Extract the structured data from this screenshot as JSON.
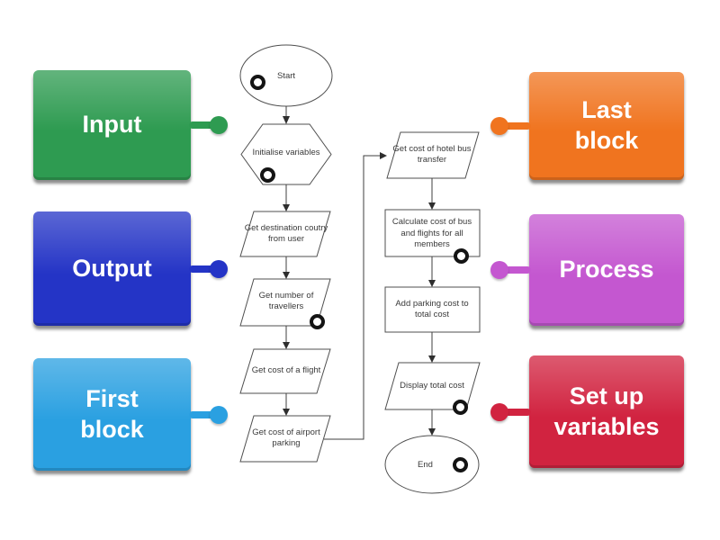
{
  "canvas": {
    "background": "#ffffff",
    "line_color": "#484848",
    "target_dot_color": "#141414"
  },
  "cards": [
    {
      "id": "input",
      "label": "Input",
      "color": "#2e9b51",
      "side": "left"
    },
    {
      "id": "output",
      "label": "Output",
      "color": "#2434c6",
      "side": "left"
    },
    {
      "id": "first-block",
      "label": "First block",
      "color": "#2aa0e1",
      "side": "left"
    },
    {
      "id": "last-block",
      "label": "Last block",
      "color": "#f0741f",
      "side": "right"
    },
    {
      "id": "process",
      "label": "Process",
      "color": "#c457d0",
      "side": "right"
    },
    {
      "id": "set-up-variables",
      "label": "Set up variables",
      "color": "#d12340",
      "side": "right"
    }
  ],
  "flowchart": {
    "nodes": [
      {
        "id": "start",
        "shape": "ellipse",
        "label": "Start",
        "has_target_dot": true
      },
      {
        "id": "initialise",
        "shape": "hexagon",
        "label": "Initialise variables",
        "has_target_dot": true
      },
      {
        "id": "destination",
        "shape": "parallelogram",
        "label": "Get destination coutry from user",
        "has_target_dot": false
      },
      {
        "id": "travellers",
        "shape": "parallelogram",
        "label": "Get number of travellers",
        "has_target_dot": true
      },
      {
        "id": "flight",
        "shape": "parallelogram",
        "label": "Get cost of a flight",
        "has_target_dot": false
      },
      {
        "id": "parking",
        "shape": "parallelogram",
        "label": "Get cost of airport parking",
        "has_target_dot": false
      },
      {
        "id": "hotel-bus",
        "shape": "parallelogram",
        "label": "Get cost of hotel bus transfer",
        "has_target_dot": false
      },
      {
        "id": "calculate",
        "shape": "rectangle",
        "label": "Calculate cost of bus and flights for all members",
        "has_target_dot": true
      },
      {
        "id": "add-parking",
        "shape": "rectangle",
        "label": "Add parking cost to total cost",
        "has_target_dot": false
      },
      {
        "id": "display",
        "shape": "parallelogram",
        "label": "Display total cost",
        "has_target_dot": true
      },
      {
        "id": "end",
        "shape": "ellipse",
        "label": "End",
        "has_target_dot": true
      }
    ]
  }
}
